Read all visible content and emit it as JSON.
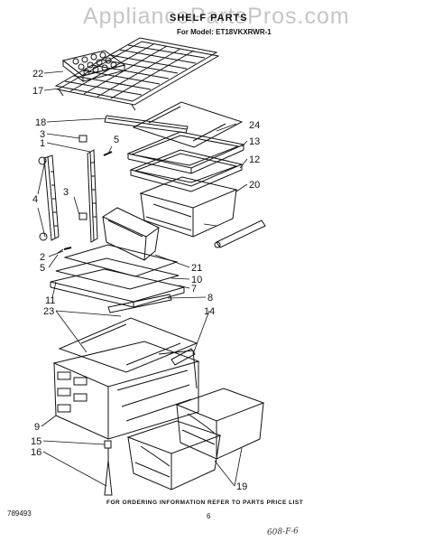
{
  "watermark": "AppliancePartsPros.com",
  "header": {
    "title": "SHELF PARTS",
    "model": "For Model: ET18VKXRWR-1"
  },
  "callouts": {
    "c22": "22",
    "c17": "17",
    "c18": "18",
    "c3a": "3",
    "c1": "1",
    "c5a": "5",
    "c24": "24",
    "c13": "13",
    "c12": "12",
    "c20": "20",
    "c4": "4",
    "c3b": "3",
    "c2": "2",
    "c5b": "5",
    "c21": "21",
    "c10": "10",
    "c7": "7",
    "c11": "11",
    "c8": "8",
    "c23": "23",
    "c14": "14",
    "c9": "9",
    "c15": "15",
    "c16": "16",
    "c19": "19"
  },
  "footer": {
    "note": "FOR ORDERING INFORMATION REFER TO PARTS PRICE LIST",
    "doc_number": "789493",
    "page_number": "6",
    "handwritten": "608-F-6"
  }
}
